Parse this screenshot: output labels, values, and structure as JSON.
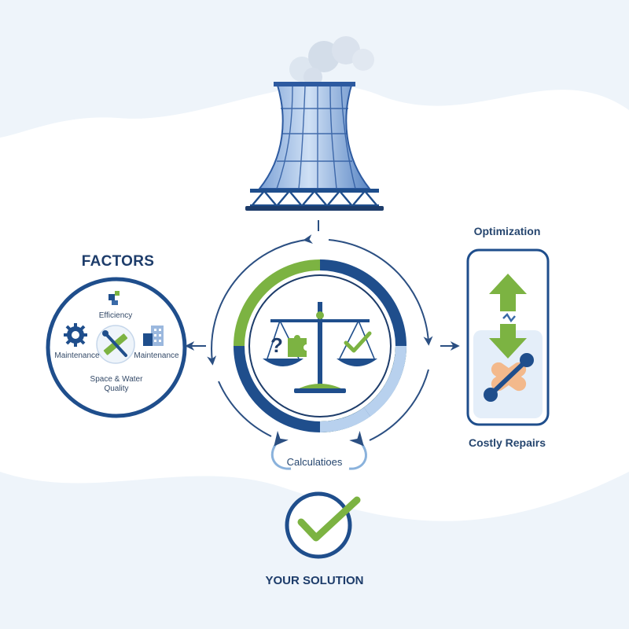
{
  "factors": {
    "title": "FACTORS",
    "efficiency": "Efficiency",
    "maintenance_left": "Maintenance",
    "maintenance_right": "Maintenance",
    "quality": "Space & Water Quality"
  },
  "optimization": {
    "label": "Optimization",
    "bottom_label": "Costly Repairs"
  },
  "center": {
    "calc_label": "Calculatioes"
  },
  "solution": {
    "label": "YOUR SOLUTION"
  },
  "colors": {
    "navy": "#1f4e8c",
    "dark_navy": "#1d3c6a",
    "green": "#7cb342",
    "light_blue": "#b8d1ee",
    "bg_wave": "#eef4fa"
  },
  "icons": [
    "cooling-tower-icon",
    "balance-scale-icon",
    "question-mark-icon",
    "puzzle-piece-icon",
    "check-icon",
    "gear-icon",
    "ruler-wrench-icon",
    "building-icon",
    "up-arrow-icon",
    "down-arrow-icon",
    "wrench-icon",
    "bandage-icon"
  ]
}
